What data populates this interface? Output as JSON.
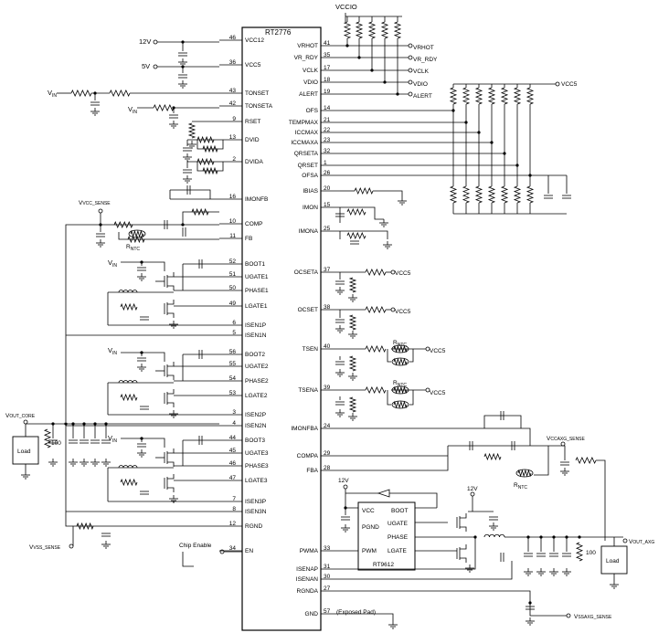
{
  "chip": {
    "name": "RT2776",
    "left_pins": [
      {
        "num": "46",
        "name": "VCC12"
      },
      {
        "num": "36",
        "name": "VCC5"
      },
      {
        "num": "43",
        "name": "TONSET"
      },
      {
        "num": "42",
        "name": "TONSETA"
      },
      {
        "num": "9",
        "name": "RSET"
      },
      {
        "num": "13",
        "name": "DVID"
      },
      {
        "num": "2",
        "name": "DVIDA"
      },
      {
        "num": "16",
        "name": "IMONFB"
      },
      {
        "num": "10",
        "name": "COMP"
      },
      {
        "num": "11",
        "name": "FB"
      },
      {
        "num": "52",
        "name": "BOOT1"
      },
      {
        "num": "51",
        "name": "UGATE1"
      },
      {
        "num": "50",
        "name": "PHASE1"
      },
      {
        "num": "49",
        "name": "LGATE1"
      },
      {
        "num": "6",
        "name": "ISEN1P"
      },
      {
        "num": "5",
        "name": "ISEN1N"
      },
      {
        "num": "56",
        "name": "BOOT2"
      },
      {
        "num": "55",
        "name": "UGATE2"
      },
      {
        "num": "54",
        "name": "PHASE2"
      },
      {
        "num": "53",
        "name": "LGATE2"
      },
      {
        "num": "3",
        "name": "ISEN2P"
      },
      {
        "num": "4",
        "name": "ISEN2N"
      },
      {
        "num": "44",
        "name": "BOOT3"
      },
      {
        "num": "45",
        "name": "UGATE3"
      },
      {
        "num": "46",
        "name": "PHASE3"
      },
      {
        "num": "47",
        "name": "LGATE3"
      },
      {
        "num": "7",
        "name": "ISEN3P"
      },
      {
        "num": "8",
        "name": "ISEN3N"
      },
      {
        "num": "12",
        "name": "RGND"
      },
      {
        "num": "34",
        "name": "EN"
      }
    ],
    "right_pins": [
      {
        "num": "41",
        "name": "VRHOT"
      },
      {
        "num": "35",
        "name": "VR_RDY"
      },
      {
        "num": "17",
        "name": "VCLK"
      },
      {
        "num": "18",
        "name": "VDIO"
      },
      {
        "num": "19",
        "name": "ALERT"
      },
      {
        "num": "14",
        "name": "OFS"
      },
      {
        "num": "21",
        "name": "TEMPMAX"
      },
      {
        "num": "22",
        "name": "ICCMAX"
      },
      {
        "num": "23",
        "name": "ICCMAXA"
      },
      {
        "num": "32",
        "name": "QRSETA"
      },
      {
        "num": "1",
        "name": "QRSET"
      },
      {
        "num": "26",
        "name": "OFSA"
      },
      {
        "num": "20",
        "name": "IBIAS"
      },
      {
        "num": "15",
        "name": "IMON"
      },
      {
        "num": "25",
        "name": "IMONA"
      },
      {
        "num": "37",
        "name": "OCSETA"
      },
      {
        "num": "38",
        "name": "OCSET"
      },
      {
        "num": "40",
        "name": "TSEN"
      },
      {
        "num": "39",
        "name": "TSENA"
      },
      {
        "num": "24",
        "name": "IMONFBA"
      },
      {
        "num": "29",
        "name": "COMPA"
      },
      {
        "num": "28",
        "name": "FBA"
      },
      {
        "num": "33",
        "name": "PWMA"
      },
      {
        "num": "31",
        "name": "ISENAP"
      },
      {
        "num": "30",
        "name": "ISENAN"
      },
      {
        "num": "27",
        "name": "RGNDA"
      },
      {
        "num": "57",
        "name": "GND"
      }
    ],
    "exposed_pad": "(Exposed Pad)"
  },
  "driver": {
    "name": "RT9612",
    "pins_left": [
      "VCC",
      "PGND",
      "PWM"
    ],
    "pins_right": [
      "BOOT",
      "UGATE",
      "PHASE",
      "LGATE"
    ]
  },
  "labels": {
    "vccio": "VCCIO",
    "v12": "12V",
    "v5": "5V",
    "vcc5": "VCC5",
    "vin_sub": "IN",
    "v_prefix": "V",
    "vcc_sense": "VCC_SENSE",
    "vss_sense": "VSS_SENSE",
    "vout_core": "OUT_CORE",
    "vccaxg_sense": "CCAXG_SENSE",
    "vout_axg": "OUT_AXG",
    "vssaxg_sense": "SSAXG_SENSE",
    "load": "Load",
    "r100": "100",
    "rntc_r": "R",
    "rntc_sub": "NTC",
    "chip_enable": "Chip Enable",
    "vrhot_out": "VRHOT",
    "vrrdy_out": "VR_RDY",
    "vclk_out": "VCLK",
    "vdio_out": "VDIO",
    "alert_out": "ALERT",
    "v12_driver": "12V"
  }
}
